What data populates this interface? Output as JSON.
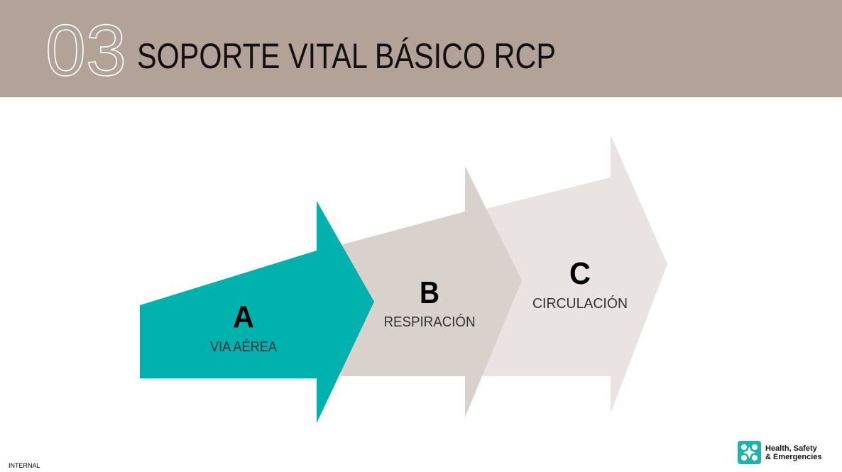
{
  "header": {
    "number": "03",
    "title": "SOPORTE VITAL BÁSICO RCP"
  },
  "steps": [
    {
      "letter": "A",
      "label": "VIA AÉREA",
      "color": "#00b2ad"
    },
    {
      "letter": "B",
      "label": "RESPIRACIÓN",
      "color": "#d9d1cc"
    },
    {
      "letter": "C",
      "label": "CIRCULACIÓN",
      "color": "#e9e4e1"
    }
  ],
  "footer": {
    "classification": "INTERNAL",
    "logo_line1": "Health, Safety",
    "logo_line2": "& Emergencies"
  },
  "colors": {
    "header_bg": "#b3a298",
    "accent": "#00b2ad"
  }
}
